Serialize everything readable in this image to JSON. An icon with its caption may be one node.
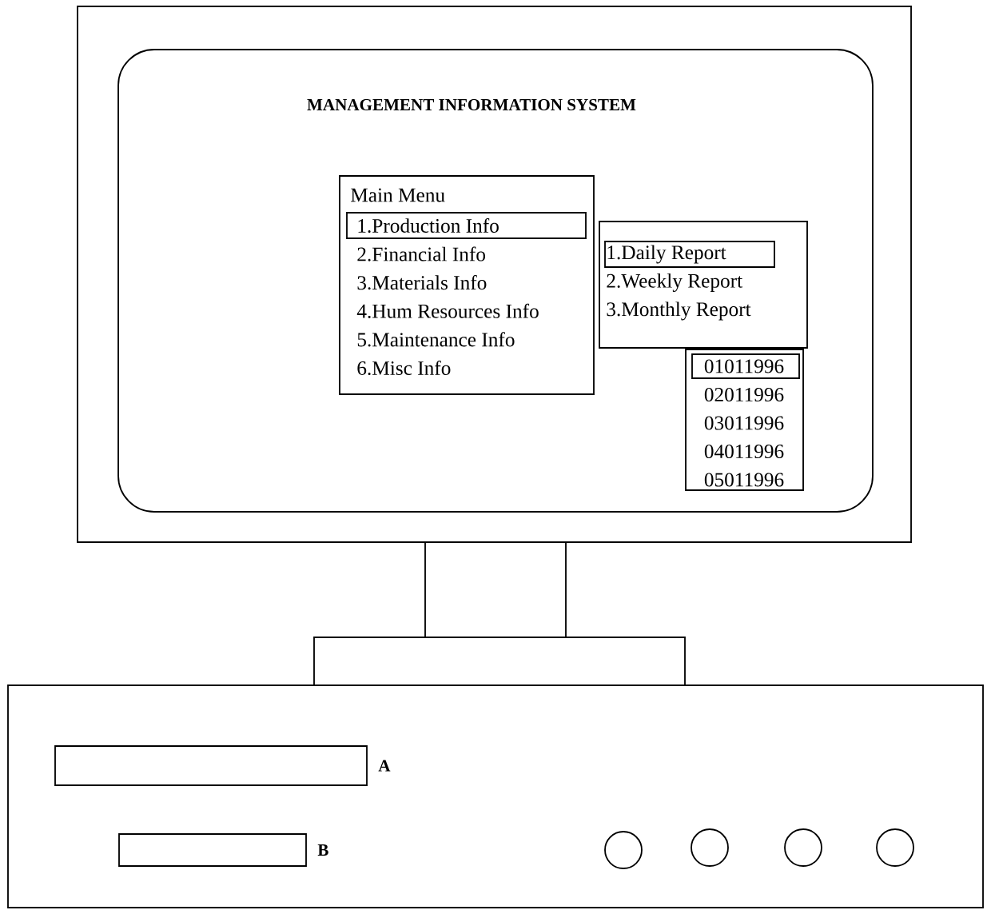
{
  "diagram": {
    "nodes": [
      {
        "text": [],
        "shape": "box"
      },
      {
        "text": [
          "MANAGEMENT  INFORMATION SYSTEM"
        ],
        "in": 0
      },
      {
        "text": [
          "Main Menu",
          "1.Production Info",
          "2.Financial  Info",
          "3.Materials Info",
          "4.Hum Resources Info",
          "5.Maintenance Info",
          "6.Misc Info"
        ],
        "in": 1
      },
      {
        "text": [
          "1.Daily Report",
          "2.Weekly Report",
          "3.Monthly  Report"
        ],
        "in": 1
      },
      {
        "text": [
          "01011996",
          "02011996",
          "03011996",
          "04011996",
          "05011996"
        ],
        "in": 1
      },
      {
        "text": [],
        "shape": "box"
      },
      {
        "text": [],
        "shape": "box"
      },
      {
        "text": [],
        "shape": "box"
      },
      {
        "text": [],
        "shape": "box",
        "beside": [
          "A"
        ],
        "in": 7
      },
      {
        "text": [],
        "shape": "box",
        "beside": [
          "B"
        ],
        "in": 7
      },
      {
        "text": [],
        "shape": "circle",
        "in": 7
      },
      {
        "text": [],
        "shape": "circle",
        "in": 7
      },
      {
        "text": [],
        "shape": "circle",
        "in": 7
      },
      {
        "text": [],
        "shape": "circle",
        "in": 7
      }
    ]
  }
}
